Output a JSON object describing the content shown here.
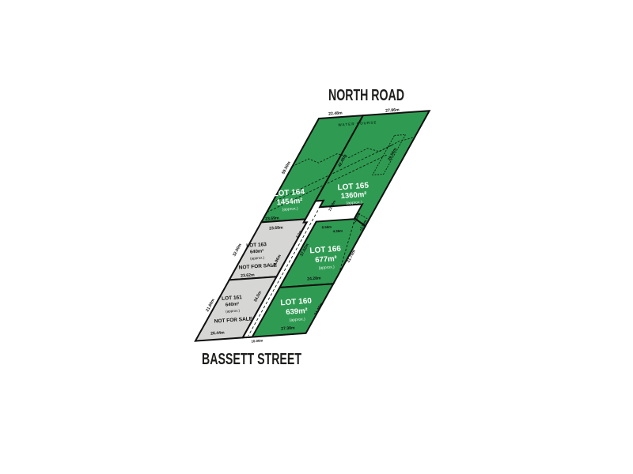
{
  "roads": {
    "north": "NORTH ROAD",
    "south": "BASSETT STREET"
  },
  "annotations": {
    "water_course": "WATER COURSE"
  },
  "lots": [
    {
      "id": "LOT 164",
      "area": "1454m²",
      "qualifier": "(approx.)"
    },
    {
      "id": "LOT 165",
      "area": "1360m²",
      "qualifier": "(approx.)"
    },
    {
      "id": "LOT 166",
      "area": "677m²",
      "qualifier": "(approx.)"
    },
    {
      "id": "LOT 160",
      "area": "639m²",
      "qualifier": "(approx.)"
    },
    {
      "id": "LOT 163",
      "area": "640m²",
      "qualifier": "(approx.)",
      "note": "NOT FOR SALE"
    },
    {
      "id": "LOT 161",
      "area": "640m²",
      "qualifier": "(approx.)",
      "note": "NOT FOR SALE"
    }
  ],
  "measurements": [
    {
      "value": "22.48m",
      "edge": "lot164-north-boundary"
    },
    {
      "value": "27.86m",
      "edge": "lot165-north-boundary"
    },
    {
      "value": "23.69m",
      "edge": "lot164-south-boundary"
    },
    {
      "value": "23.68m",
      "edge": "lot163-north-boundary"
    },
    {
      "value": "23.62m",
      "edge": "lot163-south-boundary"
    },
    {
      "value": "26.44m",
      "edge": "lot161-south-boundary"
    },
    {
      "value": "27.38m",
      "edge": "lot160-south-boundary"
    },
    {
      "value": "24.28m",
      "edge": "lot166-south-boundary"
    },
    {
      "value": "59.50m",
      "edge": "lot164-west-boundary"
    },
    {
      "value": "32.00m",
      "edge": "lot163-west-boundary"
    },
    {
      "value": "21.60m",
      "edge": "lot161-west-boundary"
    },
    {
      "value": "42.45m",
      "edge": "lot164-lot165-boundary"
    },
    {
      "value": "29.56m",
      "edge": "lot165-east-easement"
    },
    {
      "value": "31.70m",
      "edge": "lot166-east-boundary"
    },
    {
      "value": "34.40m",
      "edge": "lot160-east-boundary"
    },
    {
      "value": "37.02m",
      "edge": "accessway-east-side"
    },
    {
      "value": "71.96m",
      "edge": "accessway-west-side"
    },
    {
      "value": "34.0m",
      "edge": "accessway-west-side-lower"
    },
    {
      "value": "13.38m",
      "edge": "turning-head-north"
    },
    {
      "value": "6.56m",
      "edge": "turning-head-south-left"
    },
    {
      "value": "4.36m",
      "edge": "turning-head-south-right"
    },
    {
      "value": "+2.50m",
      "edge": "lot165-south-offset-1"
    },
    {
      "value": "+2.50m",
      "edge": "lot165-south-offset-2"
    },
    {
      "value": "10.06m",
      "edge": "accessway-street-entrance"
    },
    {
      "value": "6.0m",
      "edge": "accessway-width"
    }
  ],
  "colors": {
    "for_sale_green": "#2f9b52",
    "not_for_sale_grey": "#d6d6d4",
    "boundary_black": "#101010",
    "road_text": "#1d1d1b",
    "background": "#ffffff"
  }
}
